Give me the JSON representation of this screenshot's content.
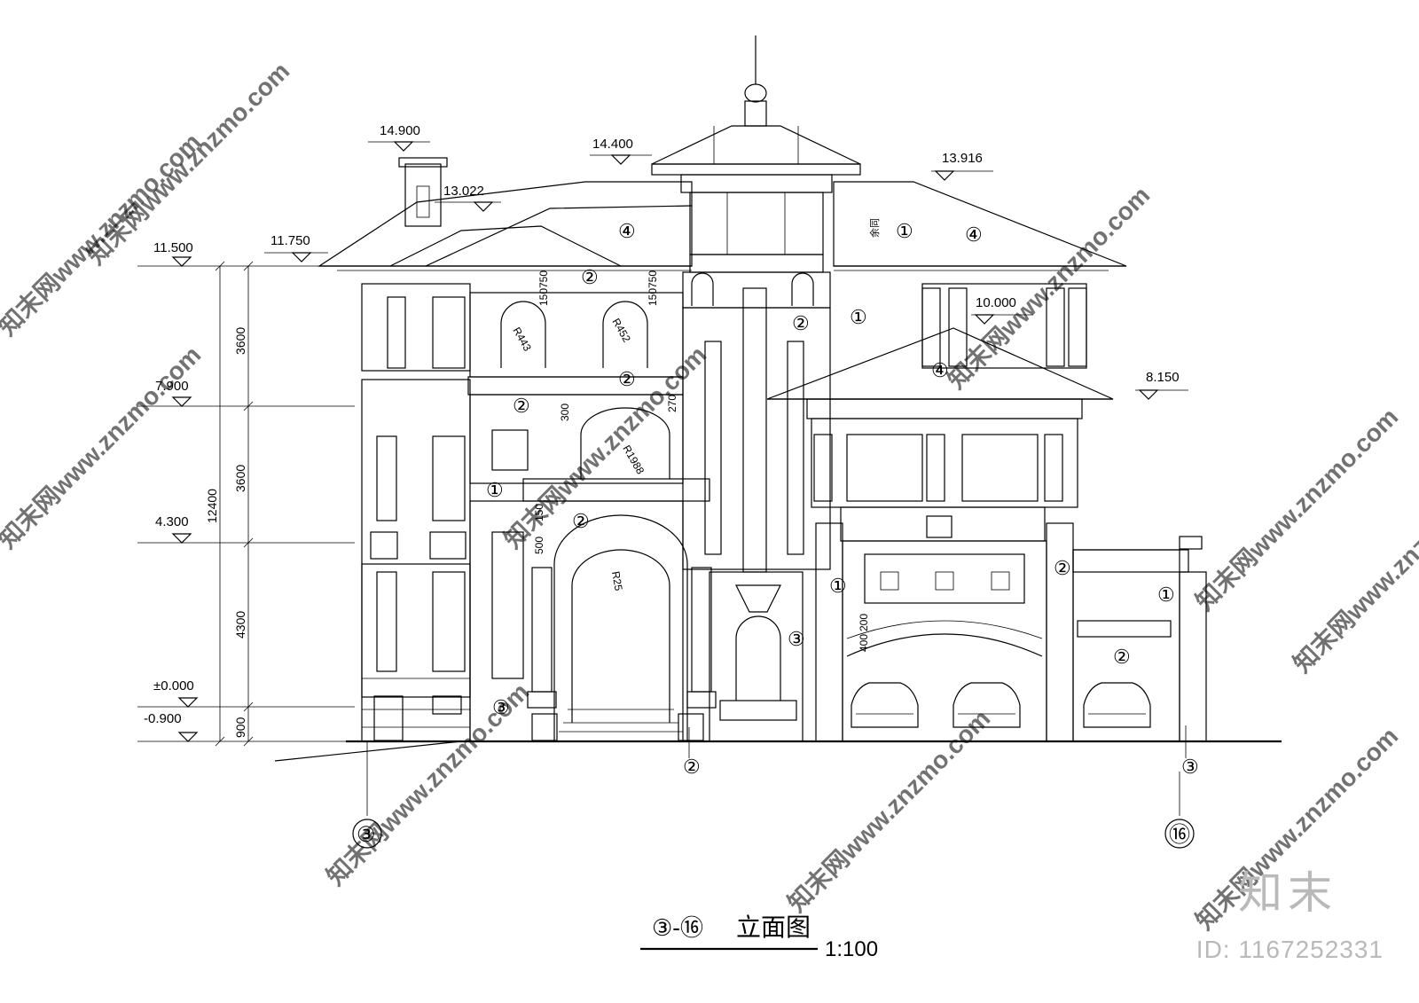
{
  "levels": [
    {
      "id": "lv-11500",
      "label": "11.500"
    },
    {
      "id": "lv-7900",
      "label": "7.900"
    },
    {
      "id": "lv-4300",
      "label": "4.300"
    },
    {
      "id": "lv-0000",
      "label": "±0.000"
    },
    {
      "id": "lv-m0900",
      "label": "-0.900"
    }
  ],
  "spot_elevations": [
    {
      "id": "el-14900",
      "label": "14.900"
    },
    {
      "id": "el-14400",
      "label": "14.400"
    },
    {
      "id": "el-13916",
      "label": "13.916"
    },
    {
      "id": "el-13022",
      "label": "13.022"
    },
    {
      "id": "el-11750",
      "label": "11.750"
    },
    {
      "id": "el-10000",
      "label": "10.000"
    },
    {
      "id": "el-8150",
      "label": "8.150"
    }
  ],
  "dimensions": {
    "segments": [
      "3600",
      "3600",
      "4300",
      "900"
    ],
    "total": "12400",
    "detail": [
      "150",
      "750",
      "150",
      "750",
      "300",
      "270",
      "500",
      "150",
      "400",
      "200"
    ],
    "radii": [
      "R443",
      "R452",
      "R1988",
      "R25"
    ]
  },
  "material_tags": [
    "①",
    "②",
    "③",
    "④"
  ],
  "material_note": "余同",
  "axis_labels": [
    "③",
    "⑯"
  ],
  "title": {
    "axis_range": "③-⑯",
    "name": "立面图",
    "scale": "1:100"
  },
  "watermark": {
    "text": "知末网www.znzmo.com",
    "brand": "知末",
    "id_text": "ID: 1167252331"
  },
  "colors": {
    "line": "#000000",
    "watermark": "#c8c8c8",
    "background": "#ffffff"
  }
}
